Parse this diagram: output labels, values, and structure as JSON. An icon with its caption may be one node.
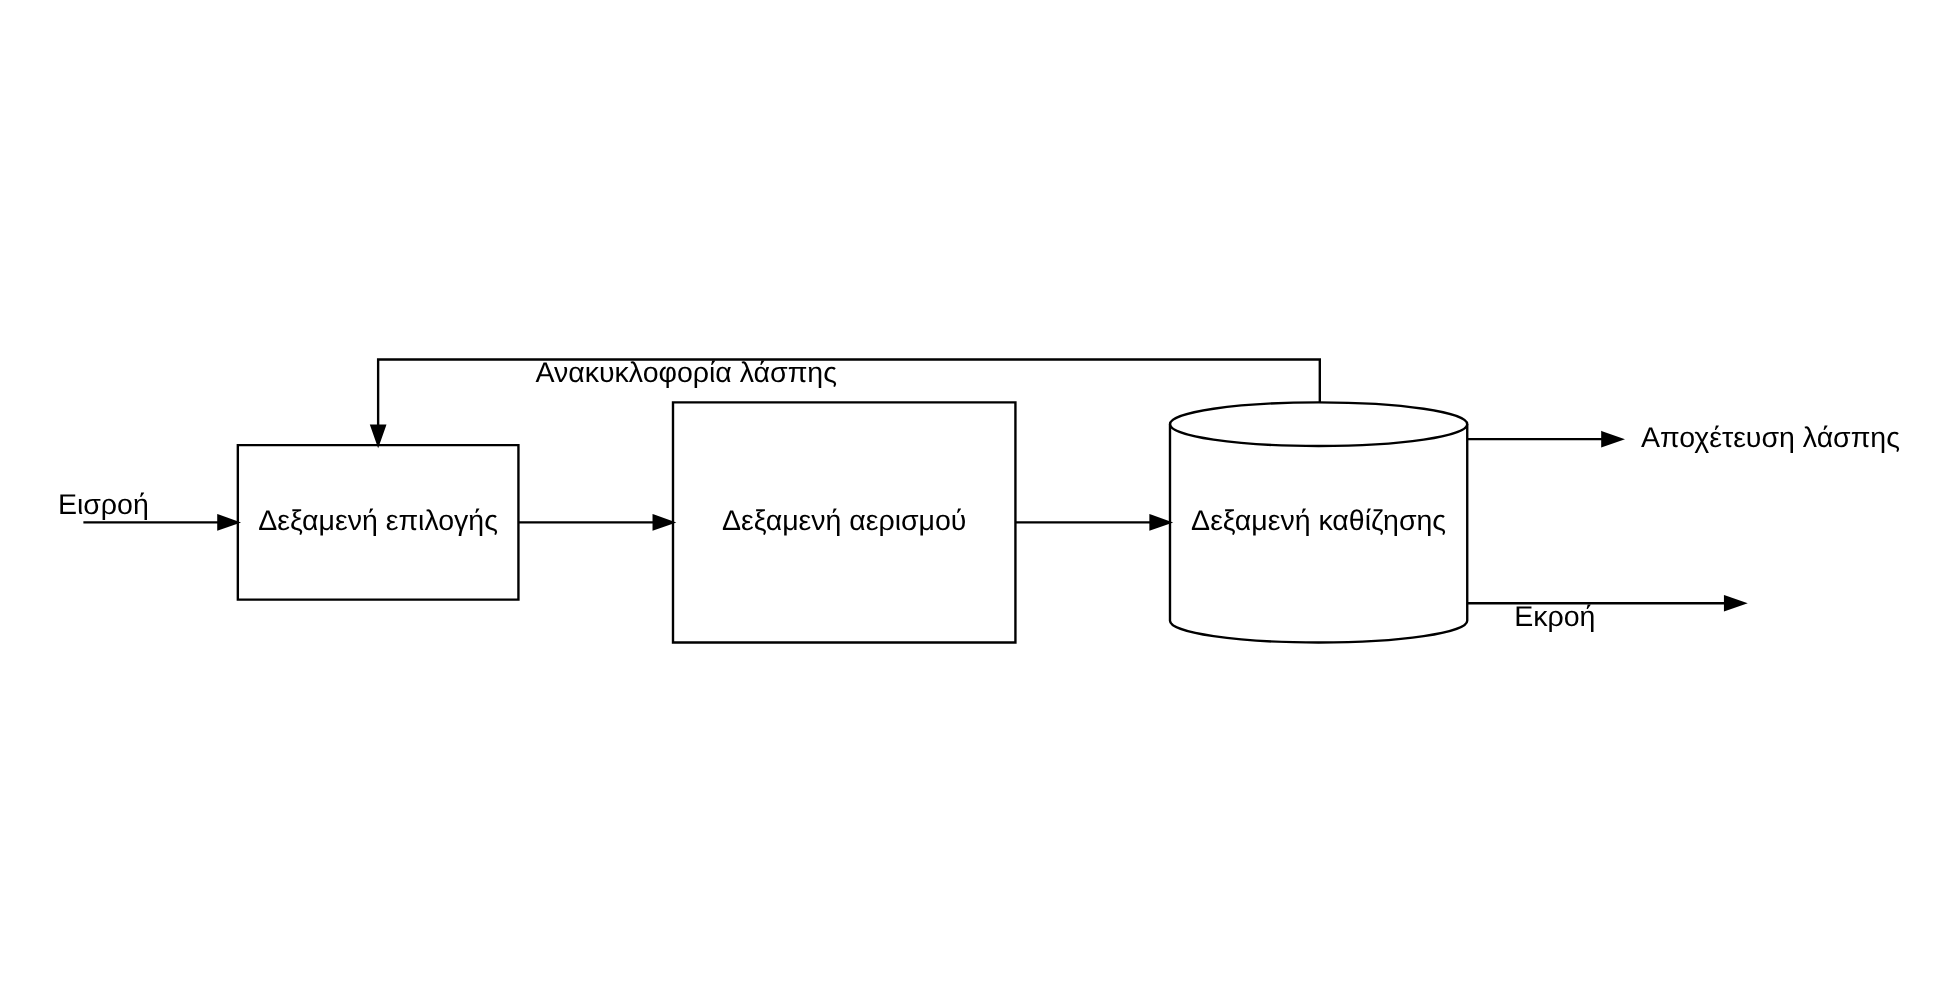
{
  "diagram": {
    "nodes": [
      {
        "text": [
          "Δεξαμενή επιλογής"
        ]
      },
      {
        "text": [
          "Δεξαμενή αερισμού"
        ]
      },
      {
        "text": [
          "Δεξαμενή καθίζησης"
        ]
      },
      {
        "text": [
          "Αποχέτευση λάσπης"
        ]
      }
    ],
    "edges": [
      {
        "from": null,
        "to": 0,
        "arrow": "to",
        "label": "Εισροή"
      },
      {
        "from": 0,
        "to": 1,
        "arrow": "to"
      },
      {
        "from": 1,
        "to": 2,
        "arrow": "to"
      },
      {
        "from": 2,
        "to": null,
        "arrow": "to",
        "label": "Εκροή"
      },
      {
        "from": 2,
        "to": 0,
        "arrow": "to",
        "label": "Ανακυκλοφορία λάσπης"
      },
      {
        "from": 2,
        "to": 3,
        "arrow": "to"
      }
    ]
  }
}
